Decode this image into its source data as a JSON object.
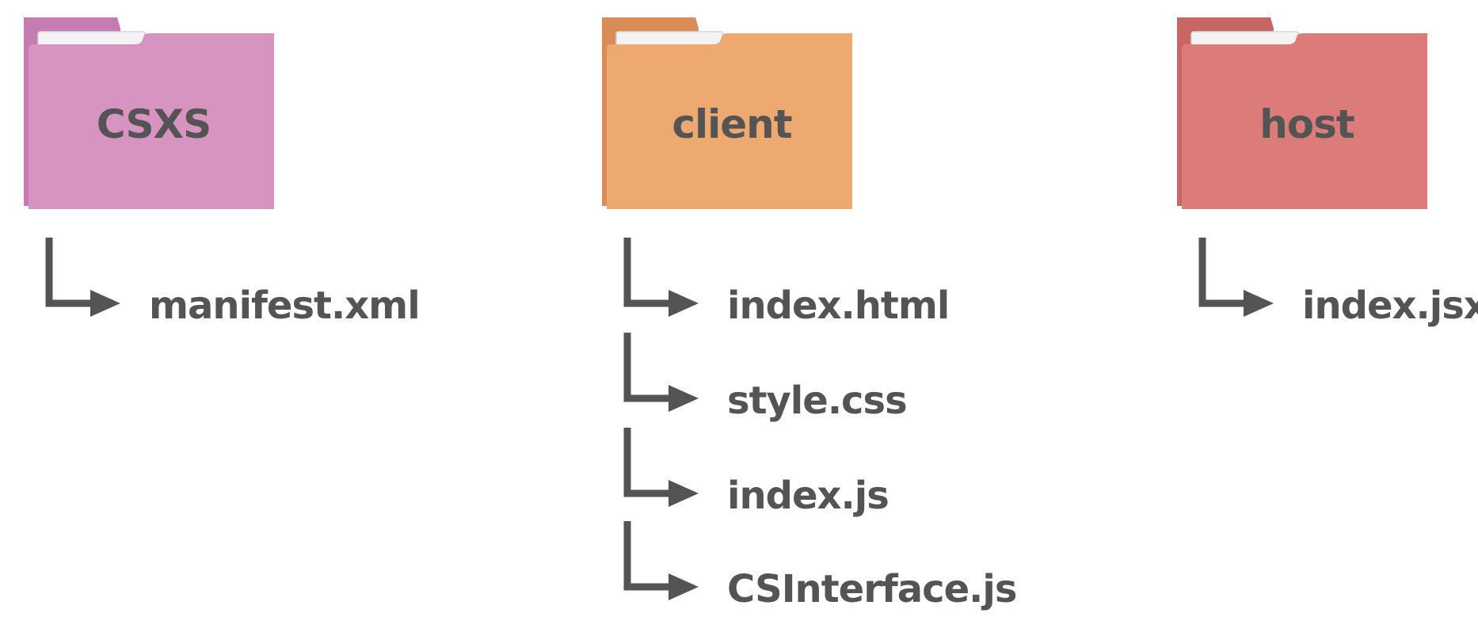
{
  "colors": {
    "text": "#545454",
    "arrow": "#545454"
  },
  "folders": [
    {
      "label": "CSXS",
      "icon": "folder-icon",
      "color": "#D894C1",
      "back_color": "#C67BB3",
      "files": [
        {
          "name": "manifest.xml"
        }
      ]
    },
    {
      "label": "client",
      "icon": "folder-icon",
      "color": "#EDA970",
      "back_color": "#D98C55",
      "files": [
        {
          "name": "index.html"
        },
        {
          "name": "style.css"
        },
        {
          "name": "index.js"
        },
        {
          "name": "CSInterface.js"
        }
      ]
    },
    {
      "label": "host",
      "icon": "folder-icon",
      "color": "#DB7C7A",
      "back_color": "#C86565",
      "files": [
        {
          "name": "index.jsx"
        }
      ]
    }
  ]
}
